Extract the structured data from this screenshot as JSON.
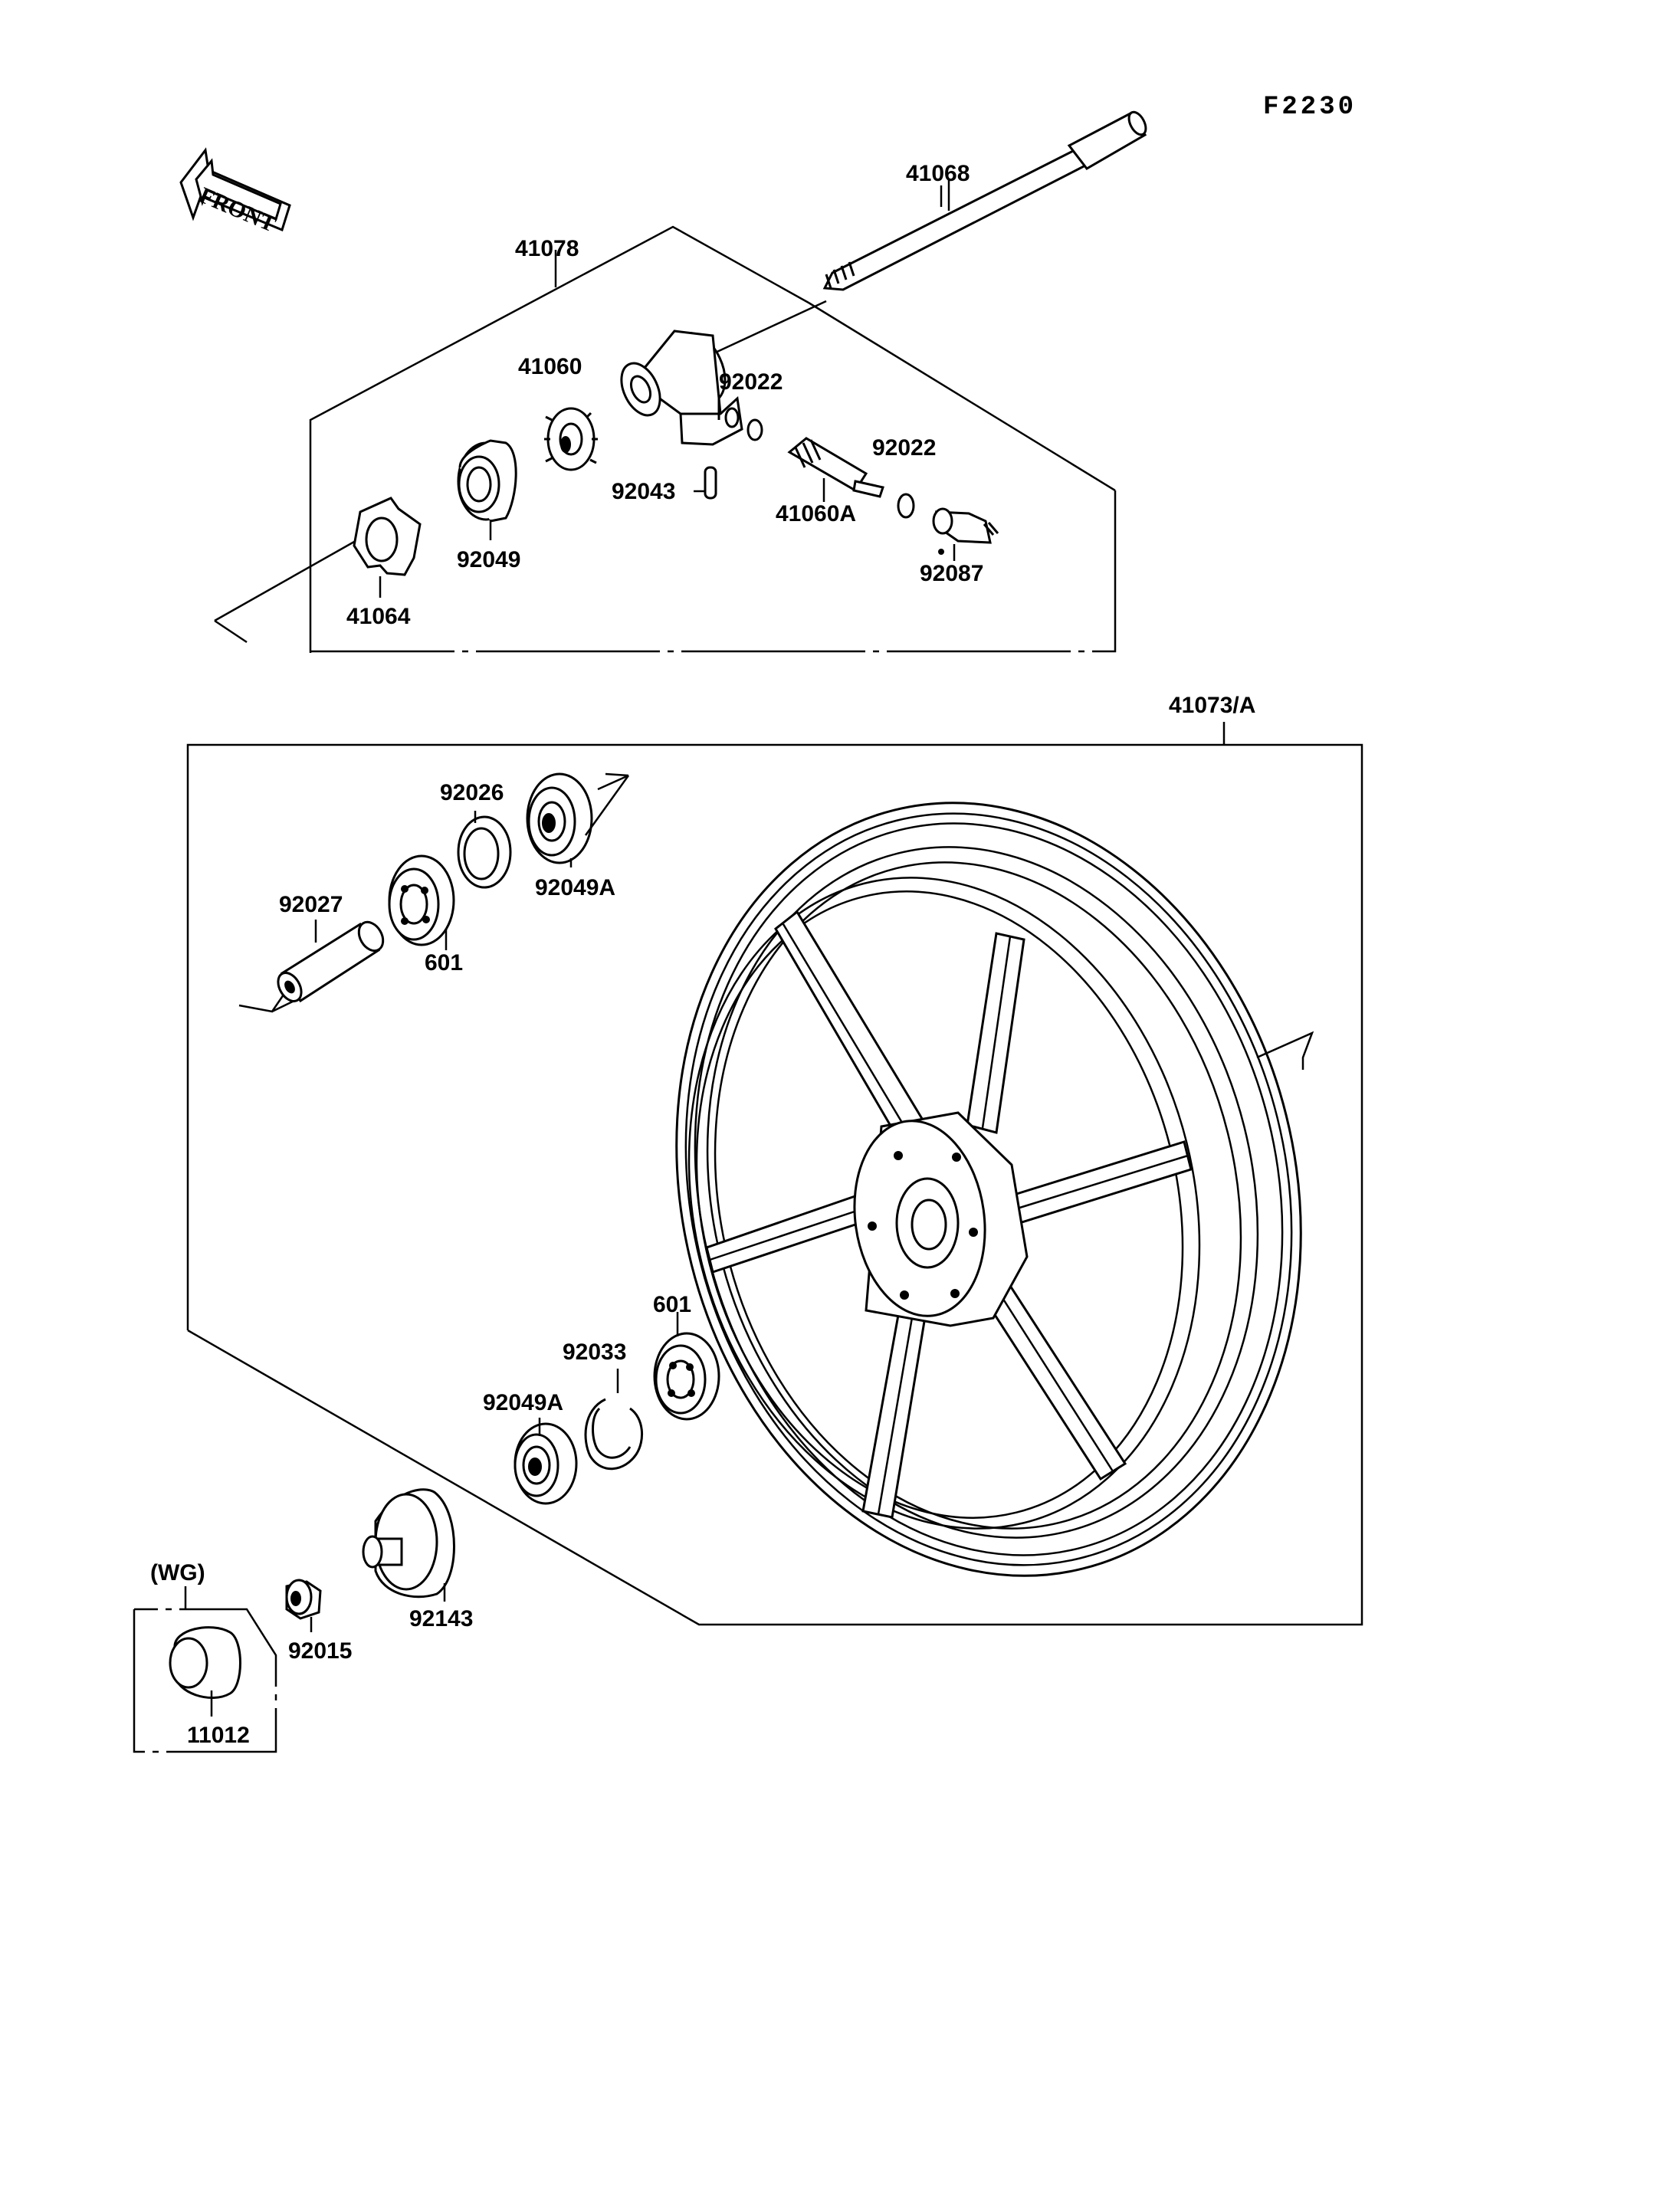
{
  "figure_code": "F2230",
  "front_label": "FRONT",
  "variant_label": "(WG)",
  "labels": {
    "p41068": "41068",
    "p41078": "41078",
    "p41060": "41060",
    "p92022a": "92022",
    "p92022b": "92022",
    "p92043": "92043",
    "p41060A": "41060A",
    "p92087": "92087",
    "p92049": "92049",
    "p41064": "41064",
    "p41073A": "41073/A",
    "p92026": "92026",
    "p92049Aa": "92049A",
    "p92027": "92027",
    "p601a": "601",
    "p601b": "601",
    "p92033": "92033",
    "p92049Ab": "92049A",
    "p92143": "92143",
    "p92015": "92015",
    "p11012": "11012"
  }
}
